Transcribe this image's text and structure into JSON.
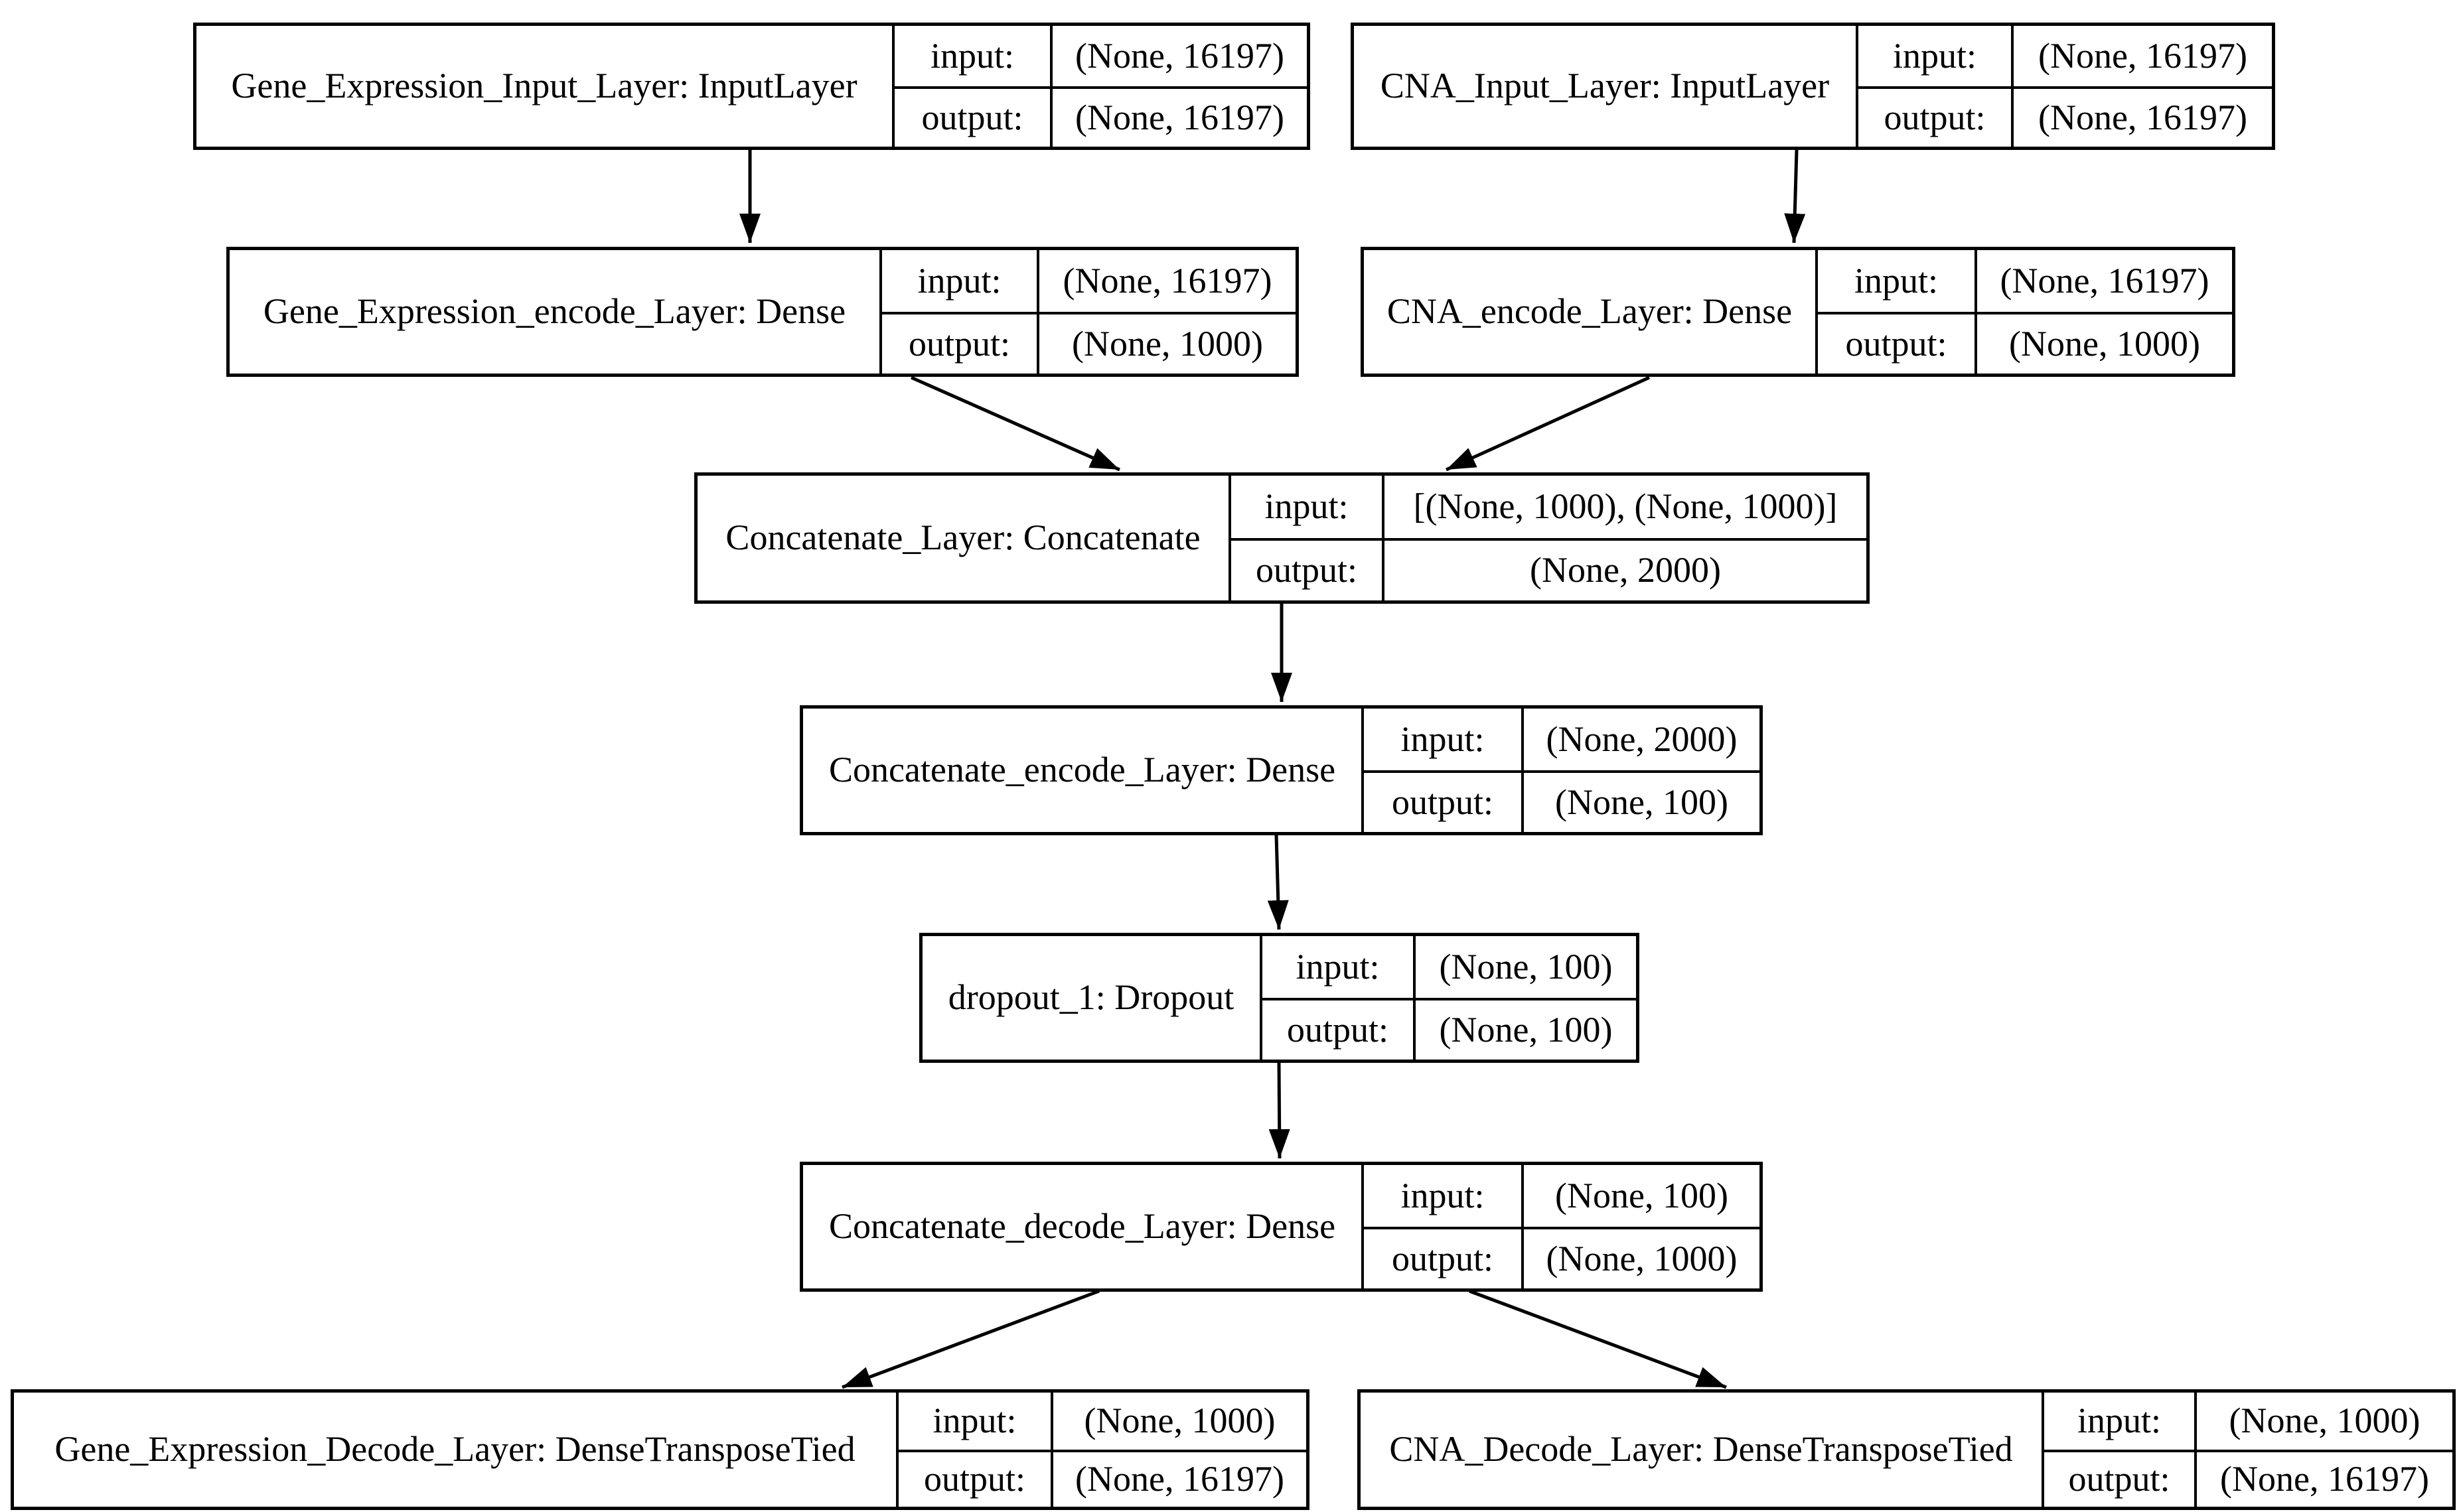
{
  "diagram": {
    "kind": "keras-model-architecture-graph",
    "background_color": "#ffffff",
    "line_color": "#000000",
    "text_color": "#000000",
    "nodes": [
      {
        "label": "Gene_Expression_Input_Layer: InputLayer",
        "input_label": "input:",
        "output_label": "output:",
        "input_shape": "(None, 16197)",
        "output_shape": "(None, 16197)"
      },
      {
        "label": "CNA_Input_Layer: InputLayer",
        "input_label": "input:",
        "output_label": "output:",
        "input_shape": "(None, 16197)",
        "output_shape": "(None, 16197)"
      },
      {
        "label": "Gene_Expression_encode_Layer: Dense",
        "input_label": "input:",
        "output_label": "output:",
        "input_shape": "(None, 16197)",
        "output_shape": "(None, 1000)"
      },
      {
        "label": "CNA_encode_Layer: Dense",
        "input_label": "input:",
        "output_label": "output:",
        "input_shape": "(None, 16197)",
        "output_shape": "(None, 1000)"
      },
      {
        "label": "Concatenate_Layer: Concatenate",
        "input_label": "input:",
        "output_label": "output:",
        "input_shape": "[(None, 1000), (None, 1000)]",
        "output_shape": "(None, 2000)"
      },
      {
        "label": "Concatenate_encode_Layer: Dense",
        "input_label": "input:",
        "output_label": "output:",
        "input_shape": "(None, 2000)",
        "output_shape": "(None, 100)"
      },
      {
        "label": "dropout_1: Dropout",
        "input_label": "input:",
        "output_label": "output:",
        "input_shape": "(None, 100)",
        "output_shape": "(None, 100)"
      },
      {
        "label": "Concatenate_decode_Layer: Dense",
        "input_label": "input:",
        "output_label": "output:",
        "input_shape": "(None, 100)",
        "output_shape": "(None, 1000)"
      },
      {
        "label": "Gene_Expression_Decode_Layer: DenseTransposeTied",
        "input_label": "input:",
        "output_label": "output:",
        "input_shape": "(None, 1000)",
        "output_shape": "(None, 16197)"
      },
      {
        "label": "CNA_Decode_Layer: DenseTransposeTied",
        "input_label": "input:",
        "output_label": "output:",
        "input_shape": "(None, 1000)",
        "output_shape": "(None, 16197)"
      }
    ],
    "edges": [
      {
        "from": "Gene_Expression_Input_Layer",
        "to": "Gene_Expression_encode_Layer"
      },
      {
        "from": "CNA_Input_Layer",
        "to": "CNA_encode_Layer"
      },
      {
        "from": "Gene_Expression_encode_Layer",
        "to": "Concatenate_Layer"
      },
      {
        "from": "CNA_encode_Layer",
        "to": "Concatenate_Layer"
      },
      {
        "from": "Concatenate_Layer",
        "to": "Concatenate_encode_Layer"
      },
      {
        "from": "Concatenate_encode_Layer",
        "to": "dropout_1"
      },
      {
        "from": "dropout_1",
        "to": "Concatenate_decode_Layer"
      },
      {
        "from": "Concatenate_decode_Layer",
        "to": "Gene_Expression_Decode_Layer"
      },
      {
        "from": "Concatenate_decode_Layer",
        "to": "CNA_Decode_Layer"
      }
    ]
  }
}
